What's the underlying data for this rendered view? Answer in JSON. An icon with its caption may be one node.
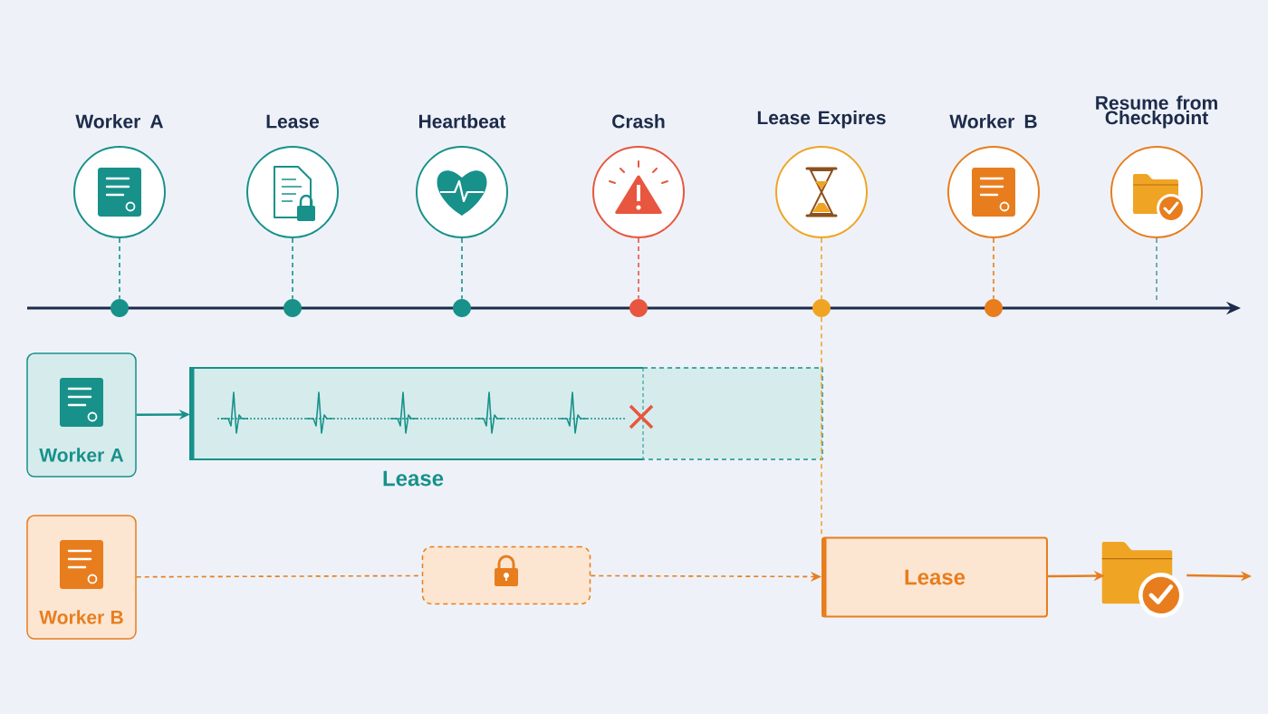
{
  "diagram": {
    "nodes": [
      {
        "text": [
          "Worker A"
        ]
      },
      {
        "text": [
          "Lease"
        ]
      },
      {
        "text": [
          "Heartbeat"
        ]
      },
      {
        "text": [
          "Crash"
        ]
      },
      {
        "text": [
          "Lease Expires"
        ]
      },
      {
        "text": [
          "Worker B"
        ]
      },
      {
        "text": [
          "Resume from Checkpoint"
        ]
      },
      {
        "text": [],
        "shape": "circle"
      },
      {
        "text": [],
        "shape": "circle"
      },
      {
        "text": [],
        "shape": "circle"
      },
      {
        "text": [],
        "shape": "circle"
      },
      {
        "text": [],
        "shape": "circle"
      },
      {
        "text": [],
        "shape": "circle"
      },
      {
        "text": [
          "Worker A"
        ]
      },
      {
        "text": [
          "Lease"
        ]
      },
      {
        "text": [
          "Worker B"
        ]
      },
      {
        "text": [],
        "shape": "box"
      },
      {
        "text": [
          "Lease"
        ]
      },
      {
        "text": [],
        "shape": "folder"
      }
    ],
    "edges": [
      {
        "from": 0,
        "to": 7,
        "arrow": "none",
        "style": "dashed",
        "color": "#17918a"
      },
      {
        "from": 1,
        "to": 8,
        "arrow": "none",
        "style": "dashed",
        "color": "#17918a"
      },
      {
        "from": 2,
        "to": 9,
        "arrow": "none",
        "style": "dashed",
        "color": "#17918a"
      },
      {
        "from": 3,
        "to": 10,
        "arrow": "none",
        "style": "dashed",
        "color": "#e8563f"
      },
      {
        "from": 4,
        "to": 11,
        "arrow": "none",
        "style": "dashed",
        "color": "#f0a424"
      },
      {
        "from": 5,
        "to": 12,
        "arrow": "none",
        "style": "dashed"
      },
      {
        "from": 6,
        "to": null,
        "arrow": "none",
        "style": "dashed",
        "color": "#5a9a98"
      },
      {
        "from": 13,
        "to": 14,
        "arrow": "to",
        "color": "#17918a"
      },
      {
        "from": 11,
        "to": 17,
        "arrow": "none",
        "style": "dashed",
        "color": "#f0a424"
      },
      {
        "from": 15,
        "to": 16,
        "arrow": "none",
        "style": "dashed"
      },
      {
        "from": 16,
        "to": 17,
        "arrow": "to",
        "style": "dashed"
      },
      {
        "from": 17,
        "to": 18,
        "arrow": "to"
      },
      {
        "from": 18,
        "to": null,
        "arrow": "to"
      }
    ]
  }
}
